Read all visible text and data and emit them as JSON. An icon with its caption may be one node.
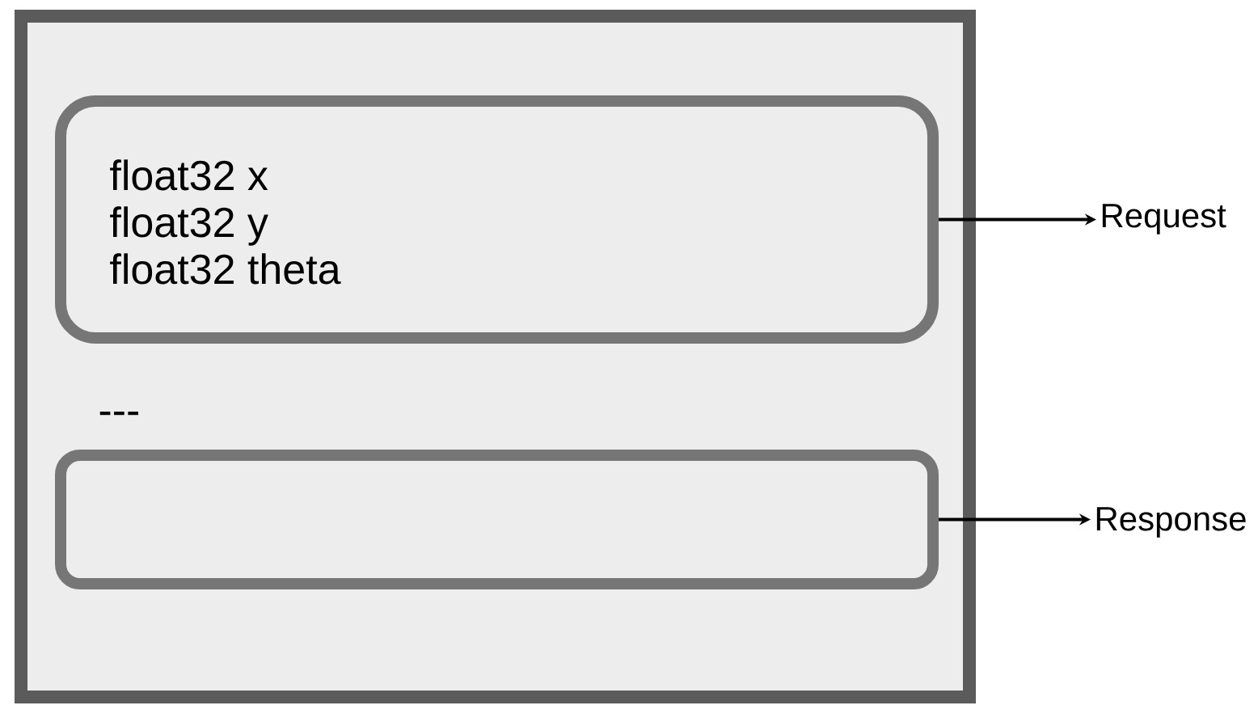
{
  "diagram": {
    "nodes": [
      {
        "text": [],
        "shape": "box"
      },
      {
        "text": [
          "float32 x",
          "float32 y",
          "float32 theta"
        ],
        "in": 0
      },
      {
        "text": [],
        "shape": "box",
        "in": 0
      },
      {
        "text": [
          "Request"
        ]
      },
      {
        "text": [
          "Response"
        ]
      }
    ],
    "edges": [
      {
        "from": 1,
        "to": 3,
        "arrow": "to"
      },
      {
        "from": 2,
        "to": 4,
        "arrow": "to"
      }
    ],
    "labels": [
      "---"
    ]
  }
}
